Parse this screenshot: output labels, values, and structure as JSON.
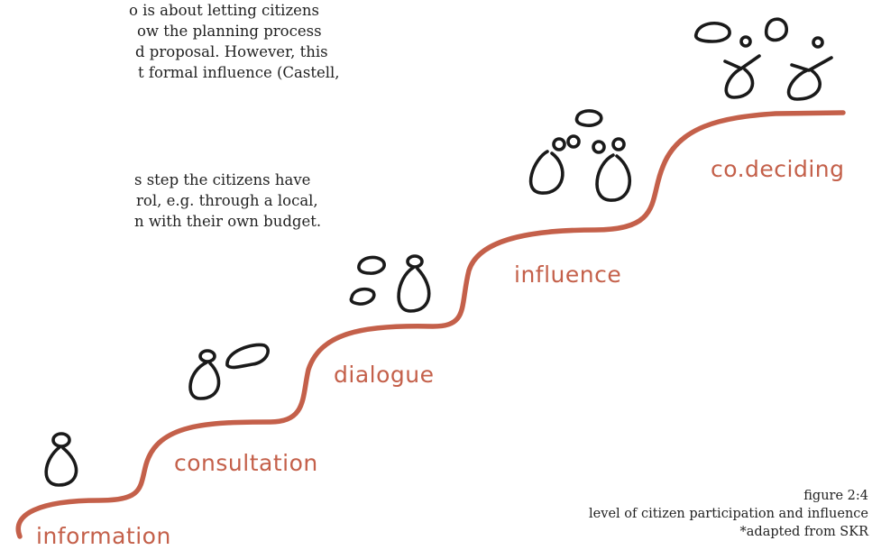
{
  "body_text": {
    "paragraph_1": [
      "o is about letting citizens",
      "ow the planning process",
      "d proposal. However, this",
      "t formal influence (Castell,"
    ],
    "paragraph_2": [
      "s step the citizens have",
      "rol, e.g. through a local,",
      "n with their own budget."
    ]
  },
  "diagram": {
    "steps": [
      {
        "label": "information"
      },
      {
        "label": "consultation"
      },
      {
        "label": "dialogue"
      },
      {
        "label": "influence"
      },
      {
        "label": "co.deciding"
      }
    ],
    "colors": {
      "stair_line": "#c4604a",
      "label": "#c4604a",
      "figures": "#1a1a1a"
    },
    "icons": [
      "single-person-icon",
      "two-people-icon",
      "group-icon",
      "crowd-icon",
      "cheering-group-icon"
    ]
  },
  "caption": {
    "figure": "figure 2:4",
    "title": "level of citizen participation and influence",
    "source": "*adapted from SKR"
  }
}
